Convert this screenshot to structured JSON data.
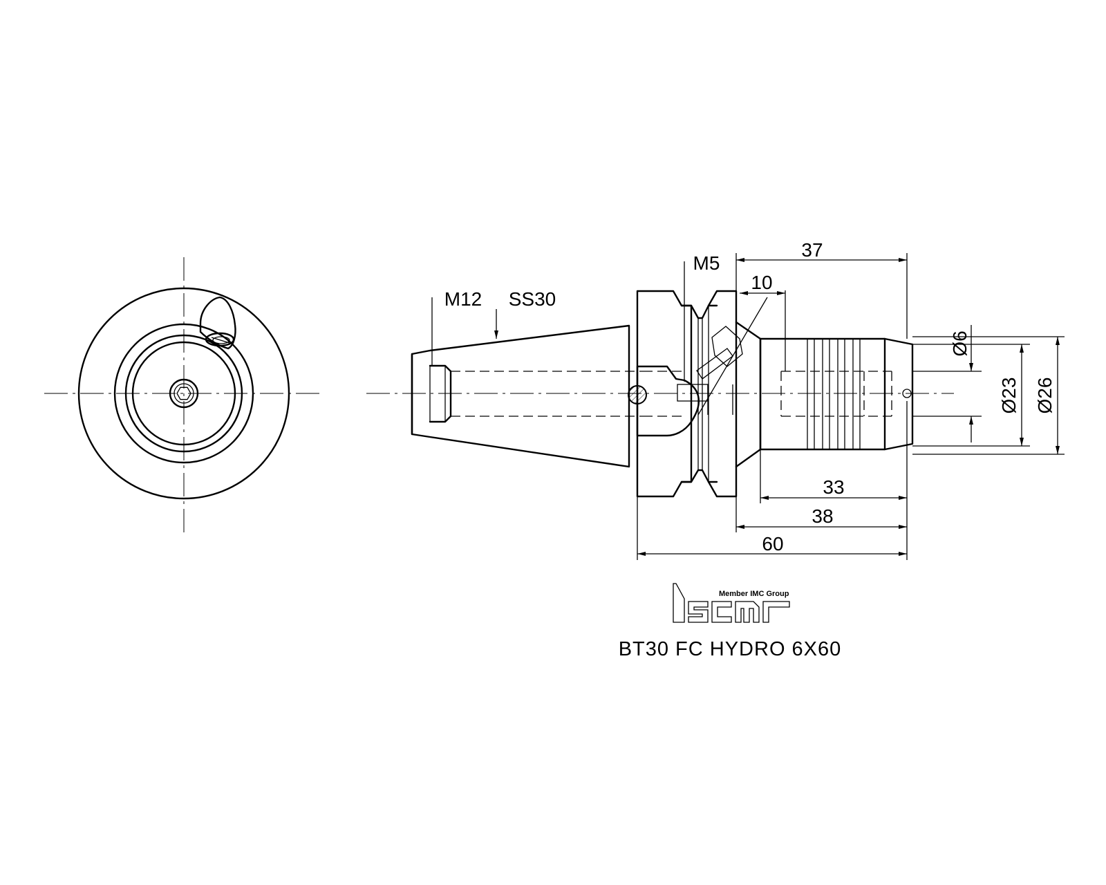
{
  "labels": {
    "thread_m12": "M12",
    "ss30": "SS30",
    "thread_m5": "M5",
    "title": "BT30  FC  HYDRO  6X60",
    "logo_tagline": "Member IMC Group"
  },
  "dimensions": {
    "d37": "37",
    "d10": "10",
    "d33": "33",
    "d38": "38",
    "d60": "60",
    "dia6": "Ø6",
    "dia23": "Ø23",
    "dia26": "Ø26"
  },
  "logo": "iscar-logo",
  "colors": {
    "line": "#000000",
    "background": "#ffffff"
  }
}
